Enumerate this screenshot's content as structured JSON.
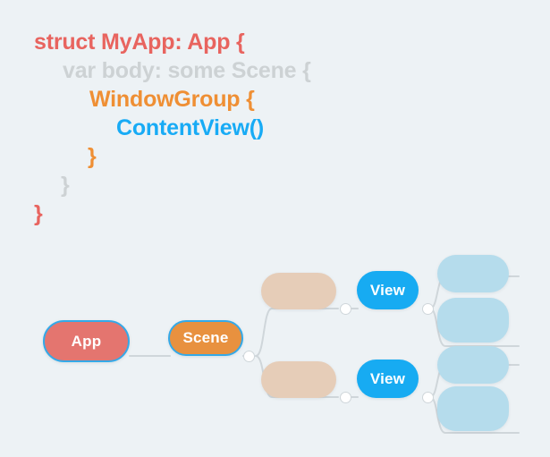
{
  "code": {
    "lines": [
      {
        "text": "struct MyApp: App {",
        "color_class": "c-red",
        "color": "#e8645f",
        "indent": 0
      },
      {
        "text": "var body: some Scene {",
        "color_class": "c-gray",
        "color": "#cdd2d4",
        "indent": 1
      },
      {
        "text": "WindowGroup {",
        "color_class": "c-orange",
        "color": "#ef8f34",
        "indent": 2
      },
      {
        "text": "ContentView()",
        "color_class": "c-blue",
        "color": "#18abf5",
        "indent": 3
      },
      {
        "text": "}",
        "color_class": "c-orange",
        "color": "#ef8f34",
        "indent": 2
      },
      {
        "text": "}",
        "color_class": "c-gray",
        "color": "#cdd2d4",
        "indent": 1
      },
      {
        "text": "}",
        "color_class": "c-red",
        "color": "#e8645f",
        "indent": 0
      }
    ]
  },
  "diagram": {
    "nodes": {
      "app": {
        "label": "App",
        "fill": "#e4756f",
        "border": "#34a9e8"
      },
      "scene": {
        "label": "Scene",
        "fill": "#e8913f",
        "border": "#34a9e8"
      },
      "view_top": {
        "label": "View",
        "fill": "#17abf2"
      },
      "view_bottom": {
        "label": "View",
        "fill": "#17abf2"
      },
      "placeholder_tan_top": {
        "label": "",
        "fill": "#e6cdb8"
      },
      "placeholder_tan_bottom": {
        "label": "",
        "fill": "#e6cdb8"
      },
      "placeholder_blue_1": {
        "label": "",
        "fill": "#b5dcec"
      },
      "placeholder_blue_2": {
        "label": "",
        "fill": "#b5dcec"
      },
      "placeholder_blue_3": {
        "label": "",
        "fill": "#b5dcec"
      },
      "placeholder_blue_4": {
        "label": "",
        "fill": "#b5dcec"
      }
    },
    "connector_color": "#cfd6da",
    "hub_fill": "#ffffff"
  },
  "canvas": {
    "background": "#edf2f5"
  }
}
